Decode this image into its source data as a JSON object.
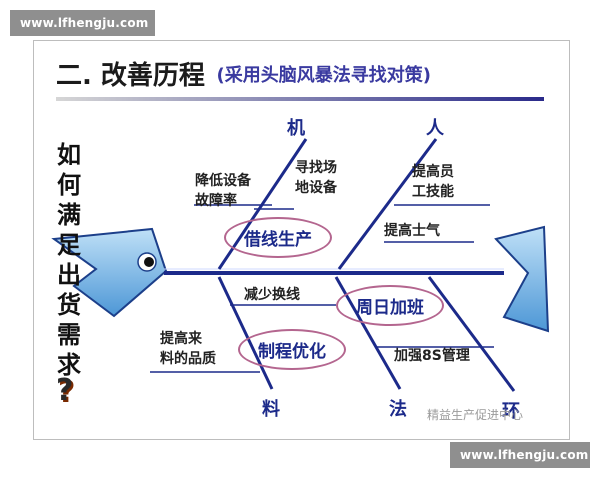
{
  "watermark": {
    "top": "www.lfhengju.com",
    "bottom": "www.lfhengju.com"
  },
  "title": {
    "main": "二. 改善历程",
    "sub": "(采用头脑风暴法寻找对策)"
  },
  "question": {
    "chars": [
      "如",
      "何",
      "满",
      "足",
      "出",
      "货",
      "需",
      "求"
    ],
    "mark": "?"
  },
  "causes": {
    "machine": "机",
    "people": "人",
    "material": "料",
    "method": "法",
    "environment": "环"
  },
  "notes": {
    "equipment_failure": "降低设备\n故障率",
    "find_site": "寻找场\n地设备",
    "staff_skill": "提高员\n工技能",
    "morale": "提高士气",
    "fewer_changeover": "减少换线",
    "material_quality": "提高来\n料的品质",
    "strengthen_8s": "加强8S管理"
  },
  "actions": {
    "borrow_line": "借线生产",
    "sunday_overtime": "周日加班",
    "optimize_process": "制程优化"
  },
  "brand": "精益生产促进中心",
  "colors": {
    "fish_fill": "#6fb0e0",
    "fish_stroke": "#1c3f8a",
    "bone": "#1c2a8a",
    "accent": "#b4668f"
  }
}
